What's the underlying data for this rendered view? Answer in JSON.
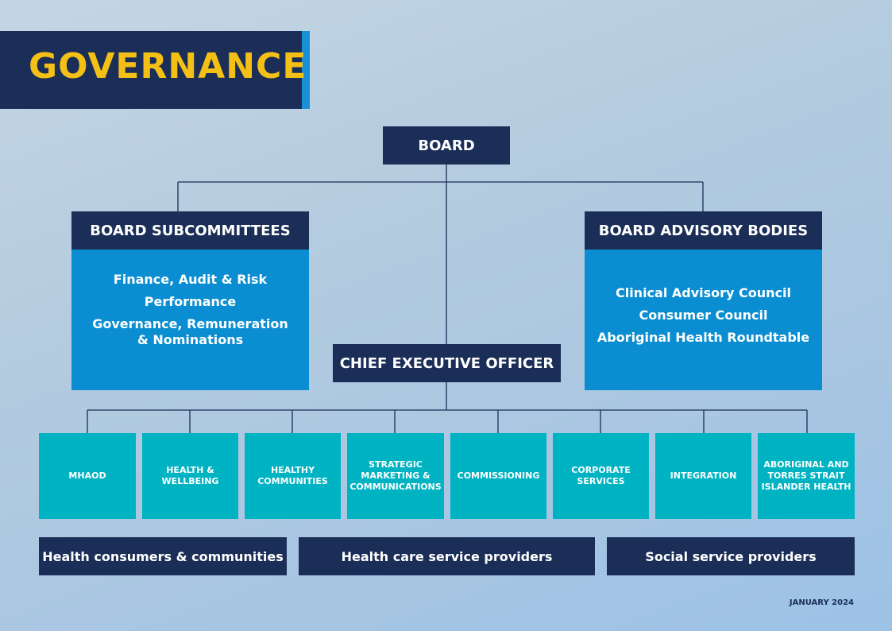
{
  "title": "GOVERNANCE",
  "board": "BOARD",
  "subcommittees": {
    "header": "BOARD SUBCOMMITTEES",
    "items": [
      "Finance, Audit & Risk",
      "Performance",
      "Governance, Remuneration\n& Nominations"
    ]
  },
  "advisory": {
    "header": "BOARD ADVISORY BODIES",
    "items": [
      "Clinical Advisory Council",
      "Consumer Council",
      "Aboriginal Health Roundtable"
    ]
  },
  "ceo": "CHIEF EXECUTIVE OFFICER",
  "departments": [
    "MHAOD",
    "HEALTH &\nWELLBEING",
    "HEALTHY\nCOMMUNITIES",
    "STRATEGIC\nMARKETING &\nCOMMUNICATIONS",
    "COMMISSIONING",
    "CORPORATE\nSERVICES",
    "INTEGRATION",
    "ABORIGINAL AND\nTORRES STRAIT\nISLANDER HEALTH"
  ],
  "footer": [
    "Health consumers & communities",
    "Health care service providers",
    "Social service providers"
  ],
  "date": "JANUARY 2024",
  "colors": {
    "navy": "#1b2e57",
    "blue": "#0a8ed1",
    "teal": "#00b3c2",
    "title_yellow": "#f5c016"
  }
}
